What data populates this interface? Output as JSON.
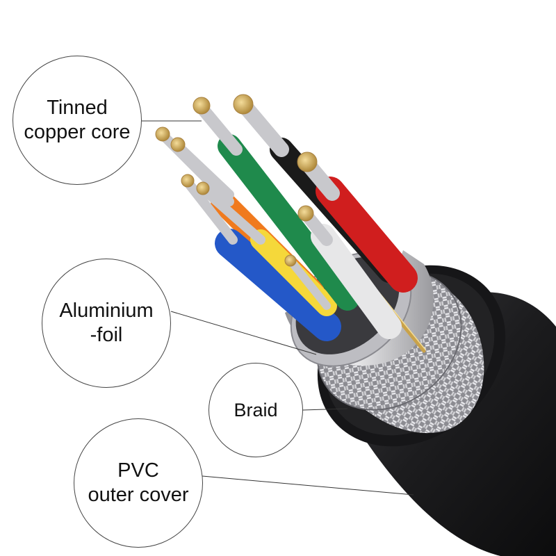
{
  "callouts": {
    "tinned_copper_core": {
      "line1": "Tinned",
      "line2": "copper core"
    },
    "aluminium_foil": {
      "line1": "Aluminium",
      "line2": "-foil"
    },
    "braid": {
      "line1": "Braid"
    },
    "pvc_outer_cover": {
      "line1": "PVC",
      "line2": "outer cover"
    }
  },
  "colors": {
    "jacket": "#1c1c1e",
    "braid": "#b9b9bd",
    "foil": "#d8d8dc",
    "wire_green": "#1f8a4c",
    "wire_black": "#1a1a1a",
    "wire_red": "#d01e1e",
    "wire_white": "#f2f2f2",
    "wire_orange": "#f07a1e",
    "wire_yellow": "#f5d83a",
    "wire_blue": "#2458c8",
    "copper": "#d9b86a"
  }
}
